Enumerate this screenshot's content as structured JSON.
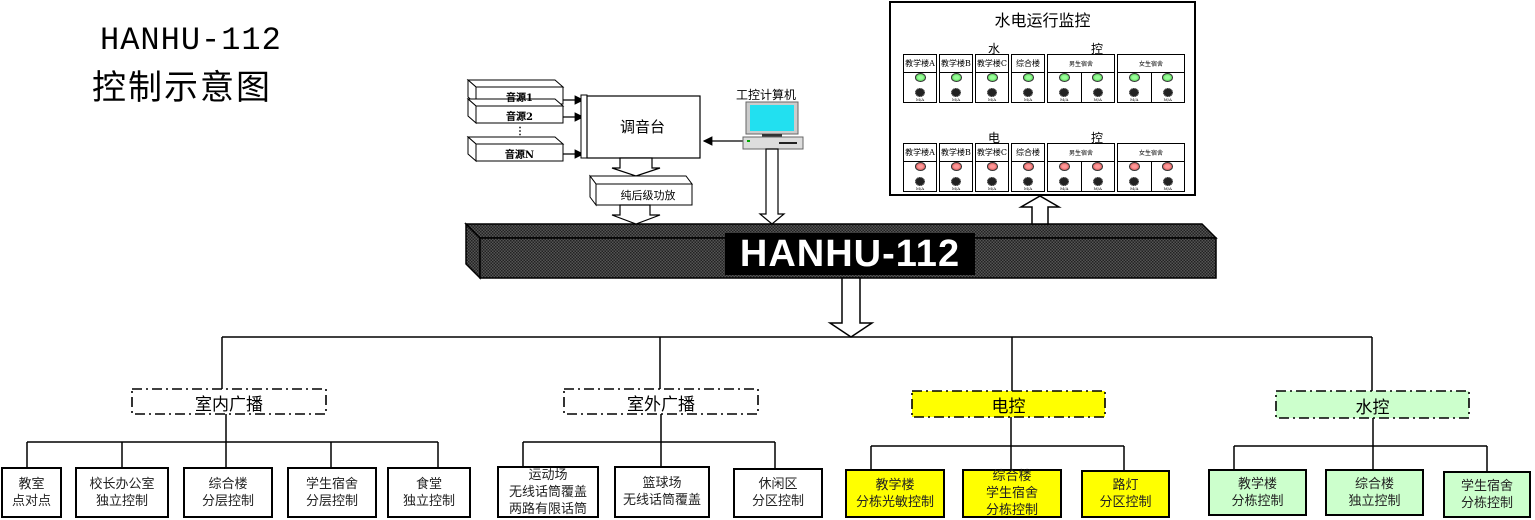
{
  "title": {
    "line1": "HANHU-112",
    "line2": "控制示意图"
  },
  "hub": {
    "label": "HANHU-112"
  },
  "audio": {
    "sources": [
      "音源1",
      "音源2",
      "音源N"
    ],
    "ellipsis": "⋮",
    "mixer": "调音台",
    "amplifier": "纯后级功放",
    "pc": "工控计算机"
  },
  "monitor": {
    "title": "水电运行监控",
    "water": {
      "label_left": "水",
      "label_right": "控",
      "led_color": "#99ff99",
      "panels": [
        {
          "name": "教学楼A",
          "cells": 1
        },
        {
          "name": "教学楼B",
          "cells": 1
        },
        {
          "name": "教学楼C",
          "cells": 1
        },
        {
          "name": "综合楼",
          "cells": 1
        },
        {
          "name": "男生宿舍",
          "cells": 2
        },
        {
          "name": "女生宿舍",
          "cells": 2
        }
      ]
    },
    "power": {
      "label_left": "电",
      "label_right": "控",
      "led_color": "#ff9999",
      "panels": [
        {
          "name": "教学楼A",
          "cells": 1
        },
        {
          "name": "教学楼B",
          "cells": 1
        },
        {
          "name": "教学楼C",
          "cells": 1
        },
        {
          "name": "综合楼",
          "cells": 1
        },
        {
          "name": "男生宿舍",
          "cells": 2
        },
        {
          "name": "女生宿舍",
          "cells": 2
        }
      ]
    },
    "switch_label": "M/A"
  },
  "categories": [
    {
      "label": "室内广播",
      "color": "#ffffff",
      "children": [
        "教室\n点对点",
        "校长办公室\n独立控制",
        "综合楼\n分层控制",
        "学生宿舍\n分层控制",
        "食堂\n独立控制"
      ]
    },
    {
      "label": "室外广播",
      "color": "#ffffff",
      "children": [
        "运动场\n无线话筒覆盖\n两路有限话筒",
        "篮球场\n无线话筒覆盖",
        "休闲区\n分区控制"
      ]
    },
    {
      "label": "电控",
      "color": "#ffff00",
      "children": [
        "教学楼\n分栋光敏控制",
        "综合楼\n学生宿舍\n分栋控制",
        "路灯\n分区控制"
      ]
    },
    {
      "label": "水控",
      "color": "#ccffcc",
      "children": [
        "教学楼\n分栋控制",
        "综合楼\n独立控制",
        "学生宿舍\n分栋控制"
      ]
    }
  ]
}
